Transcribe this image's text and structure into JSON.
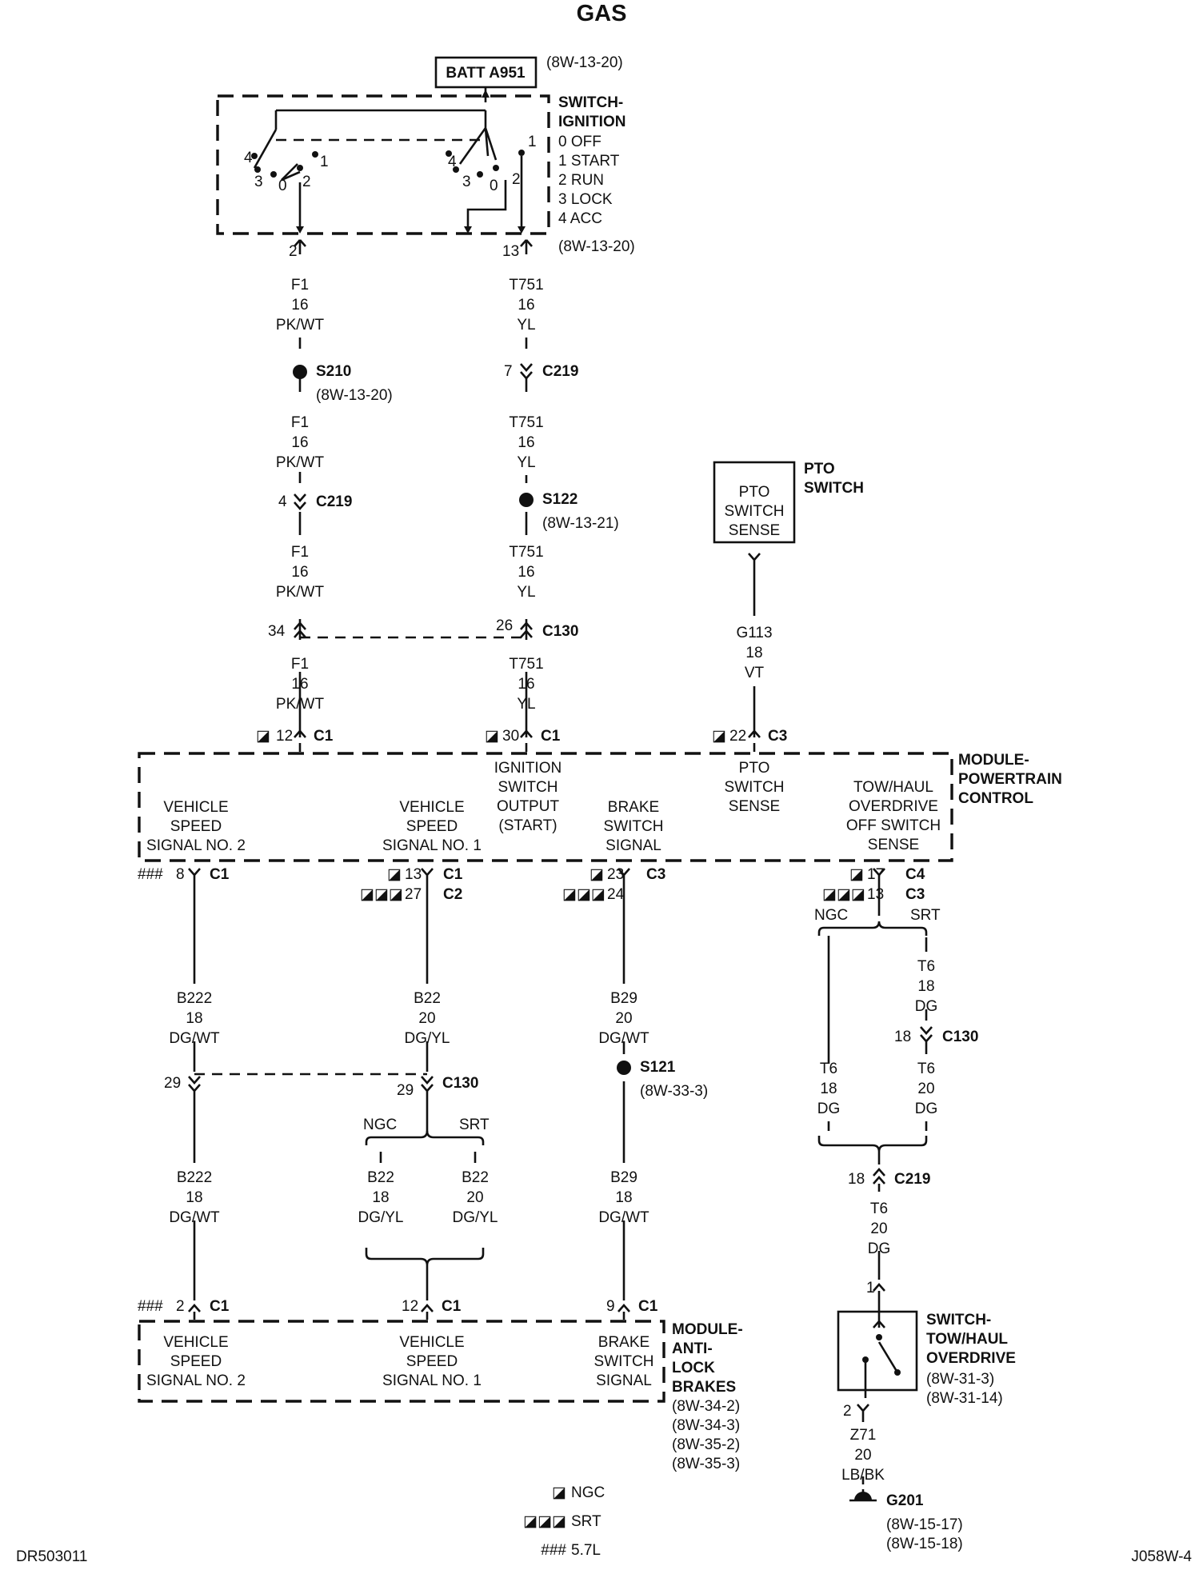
{
  "title": "GAS",
  "footer": {
    "left": "DR503011",
    "right": "J058W-4"
  },
  "batt": {
    "label": "BATT A951",
    "ref": "(8W-13-20)"
  },
  "ign": {
    "name": [
      "SWITCH-",
      "IGNITION"
    ],
    "positions": [
      "0 OFF",
      "1 START",
      "2 RUN",
      "3 LOCK",
      "4 ACC"
    ],
    "ref": "(8W-13-20)",
    "pins_left": [
      "4",
      "1",
      "3",
      "0",
      "2"
    ],
    "pins_right": [
      "1",
      "4",
      "3",
      "0",
      "2"
    ],
    "out_pins": [
      "2",
      "13"
    ]
  },
  "w_f1": {
    "circuit": "F1",
    "gauge": "16",
    "color": "PK/WT"
  },
  "w_t751": {
    "circuit": "T751",
    "gauge": "16",
    "color": "YL"
  },
  "s210": {
    "label": "S210",
    "ref": "(8W-13-20)"
  },
  "s122": {
    "label": "S122",
    "ref": "(8W-13-21)"
  },
  "c219": {
    "label": "C219",
    "pins": [
      "7",
      "4",
      "18"
    ]
  },
  "c130": {
    "label": "C130",
    "pins": [
      "34",
      "26",
      "29",
      "29",
      "18"
    ]
  },
  "pto": {
    "name": [
      "PTO",
      "SWITCH"
    ],
    "inside": [
      "PTO",
      "SWITCH",
      "SENSE"
    ]
  },
  "w_g113": {
    "circuit": "G113",
    "gauge": "18",
    "color": "VT"
  },
  "pcm": {
    "name": [
      "MODULE-",
      "POWERTRAIN",
      "CONTROL"
    ],
    "top_conn": [
      {
        "pin": "12",
        "conn": "C1"
      },
      {
        "pin": "30",
        "conn": "C1"
      },
      {
        "pin": "22",
        "conn": "C3"
      }
    ],
    "labels": {
      "vss2": [
        "VEHICLE",
        "SPEED",
        "SIGNAL NO. 2"
      ],
      "vss1": [
        "VEHICLE",
        "SPEED",
        "SIGNAL NO. 1"
      ],
      "ign": [
        "IGNITION",
        "SWITCH",
        "OUTPUT",
        "(START)"
      ],
      "brake": [
        "BRAKE",
        "SWITCH",
        "SIGNAL"
      ],
      "pto": [
        "PTO",
        "SWITCH",
        "SENSE"
      ],
      "tow": [
        "TOW/HAUL",
        "OVERDRIVE",
        "OFF SWITCH",
        "SENSE"
      ]
    },
    "bot_conn": {
      "a": {
        "pin": "8",
        "conn": "C1"
      },
      "b1": {
        "pin": "13",
        "conn": "C1"
      },
      "b2": {
        "pin": "27",
        "conn": "C2"
      },
      "c1": {
        "pin": "23",
        "conn": "C3"
      },
      "c2": {
        "pin": "24"
      },
      "d1": {
        "pin": "17",
        "conn": "C4"
      },
      "d2": {
        "pin": "13",
        "conn": "C3"
      }
    }
  },
  "w_b222": {
    "circuit": "B222",
    "gauge": "18",
    "color": "DG/WT"
  },
  "w_b22": {
    "circuit": "B22",
    "gauge": "20",
    "color": "DG/YL"
  },
  "w_b22_ngc": {
    "circuit": "B22",
    "gauge": "18",
    "color": "DG/YL"
  },
  "w_b22_srt": {
    "circuit": "B22",
    "gauge": "20",
    "color": "DG/YL"
  },
  "w_b29_top": {
    "circuit": "B29",
    "gauge": "20",
    "color": "DG/WT"
  },
  "w_b29_bot": {
    "circuit": "B29",
    "gauge": "18",
    "color": "DG/WT"
  },
  "s121": {
    "label": "S121",
    "ref": "(8W-33-3)"
  },
  "w_t6_srt": {
    "circuit": "T6",
    "gauge": "18",
    "color": "DG"
  },
  "w_t6_ngc": {
    "circuit": "T6",
    "gauge": "18",
    "color": "DG"
  },
  "w_t6_srt2": {
    "circuit": "T6",
    "gauge": "20",
    "color": "DG"
  },
  "w_t6_bot": {
    "circuit": "T6",
    "gauge": "20",
    "color": "DG"
  },
  "ngc": "NGC",
  "srt": "SRT",
  "abs": {
    "name": [
      "MODULE-",
      "ANTI-",
      "LOCK",
      "BRAKES"
    ],
    "refs": [
      "(8W-34-2)",
      "(8W-34-3)",
      "(8W-35-2)",
      "(8W-35-3)"
    ],
    "labels": {
      "vss2": [
        "VEHICLE",
        "SPEED",
        "SIGNAL NO. 2"
      ],
      "vss1": [
        "VEHICLE",
        "SPEED",
        "SIGNAL NO. 1"
      ],
      "brake": [
        "BRAKE",
        "SWITCH",
        "SIGNAL"
      ]
    },
    "conn": {
      "a": {
        "pin": "2",
        "conn": "C1"
      },
      "b": {
        "pin": "12",
        "conn": "C1"
      },
      "c": {
        "pin": "9",
        "conn": "C1"
      }
    }
  },
  "tow": {
    "name": [
      "SWITCH-",
      "TOW/HAUL",
      "OVERDRIVE"
    ],
    "refs": [
      "(8W-31-3)",
      "(8W-31-14)"
    ],
    "pins": [
      "1",
      "2"
    ]
  },
  "w_z71": {
    "circuit": "Z71",
    "gauge": "20",
    "color": "LB/BK"
  },
  "g201": {
    "label": "G201",
    "refs": [
      "(8W-15-17)",
      "(8W-15-18)"
    ]
  },
  "legend": [
    {
      "sym": "◪",
      "label": "NGC"
    },
    {
      "sym": "◪◪◪",
      "label": "SRT"
    },
    {
      "sym": "###",
      "label": "5.7L"
    }
  ]
}
